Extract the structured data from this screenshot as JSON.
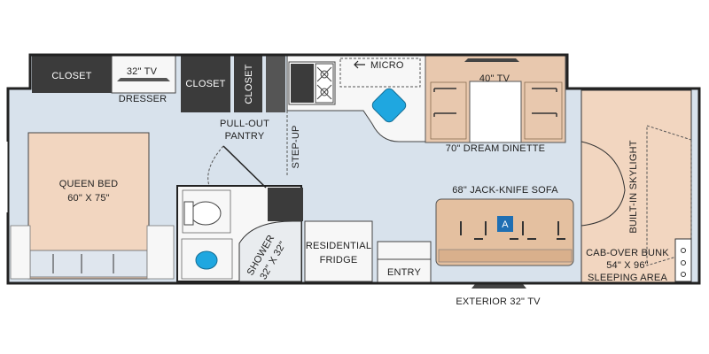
{
  "floorplan": {
    "labels": {
      "closet_left": "CLOSET",
      "tv_bedroom": "32\" TV",
      "dresser": "DRESSER",
      "closet_mid": "CLOSET",
      "closet_vertical": "CLOSET",
      "micro": "MICRO",
      "tv_dinette": "40\" TV",
      "pull_out": "PULL-OUT",
      "pantry": "PANTRY",
      "step_up": "STEP-UP",
      "dream_dinette": "70\" DREAM DINETTE",
      "built_in_skylight": "BUILT-IN SKYLIGHT",
      "queen_bed": "QUEEN BED",
      "queen_bed_size": "60\" X 75\"",
      "jack_knife_sofa": "68\" JACK-KNIFE SOFA",
      "sofa_marker": "A",
      "shower": "SHOWER",
      "shower_size": "32\" X 32\"",
      "residential": "RESIDENTIAL",
      "fridge": "FRIDGE",
      "entry": "ENTRY",
      "cab_over_bunk": "CAB-OVER BUNK",
      "cab_over_size": "54\" X 96\"",
      "sleeping_area": "SLEEPING AREA",
      "exterior_tv": "EXTERIOR 32\" TV"
    },
    "colors": {
      "floor": "#d8e2ec",
      "cabinet_dark": "#3b3b3b",
      "bed_fabric": "#f2d6c0",
      "wood_tan": "#e8c8ae",
      "sink_blue": "#1fa7e0",
      "wall": "#222222",
      "sofa": "#e4c0a0",
      "counter_white": "#f7f7f7"
    }
  }
}
